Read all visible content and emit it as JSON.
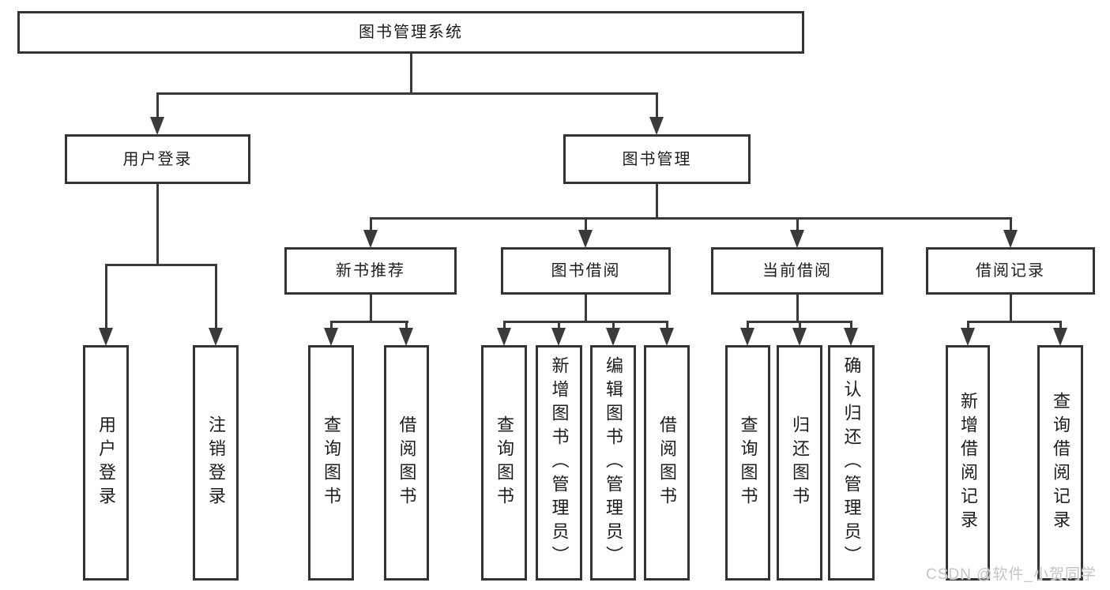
{
  "root": {
    "label": "图书管理系统"
  },
  "user_branch": {
    "label": "用户登录",
    "children": [
      {
        "label": "用户登录"
      },
      {
        "label": "注销登录"
      }
    ]
  },
  "book_branch": {
    "label": "图书管理",
    "sections": [
      {
        "label": "新书推荐",
        "children": [
          {
            "label": "查询图书"
          },
          {
            "label": "借阅图书"
          }
        ]
      },
      {
        "label": "图书借阅",
        "children": [
          {
            "label": "查询图书"
          },
          {
            "label": "新增图书（管理员）"
          },
          {
            "label": "编辑图书（管理员）"
          },
          {
            "label": "借阅图书"
          }
        ]
      },
      {
        "label": "当前借阅",
        "children": [
          {
            "label": "查询图书"
          },
          {
            "label": "归还图书"
          },
          {
            "label": "确认归还（管理员）"
          }
        ]
      },
      {
        "label": "借阅记录",
        "children": [
          {
            "label": "新增借阅记录"
          },
          {
            "label": "查询借阅记录"
          }
        ]
      }
    ]
  },
  "watermark": "CSDN @软件_小贺同学",
  "colors": {
    "line": "#3a3a3a",
    "border": "#333333",
    "text": "#1d1d1f",
    "background": "#ffffff",
    "watermark": "#c3c5cb"
  }
}
